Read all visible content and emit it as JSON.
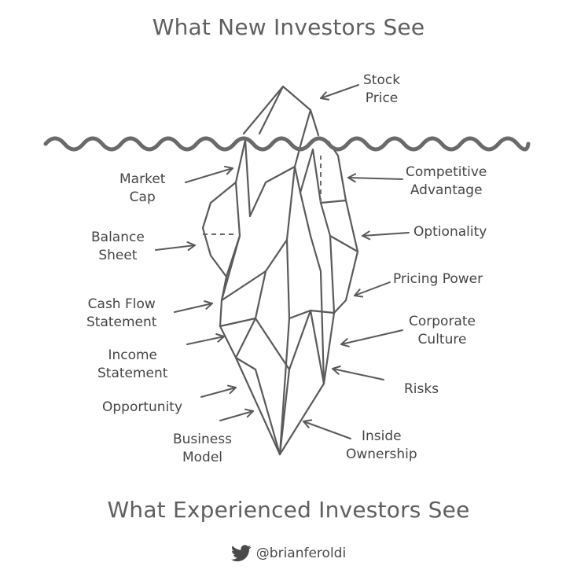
{
  "title_top": "What New Investors See",
  "title_bottom": "What Experienced Investors See",
  "handle": "@brianferoldi",
  "icons": {
    "handle_icon": "twitter-bird-icon"
  },
  "colors": {
    "line": "#5a5a5a",
    "wave": "#6a6a6a",
    "text": "#454545"
  },
  "labels": {
    "stock_price": {
      "line1": "Stock",
      "line2": "Price"
    },
    "market_cap": {
      "line1": "Market",
      "line2": "Cap"
    },
    "balance_sheet": {
      "line1": "Balance",
      "line2": "Sheet"
    },
    "cash_flow_statement": {
      "line1": "Cash Flow",
      "line2": "Statement"
    },
    "income_statement": {
      "line1": "Income",
      "line2": "Statement"
    },
    "opportunity": {
      "line1": "Opportunity"
    },
    "business_model": {
      "line1": "Business",
      "line2": "Model"
    },
    "competitive_advantage": {
      "line1": "Competitive",
      "line2": "Advantage"
    },
    "optionality": {
      "line1": "Optionality"
    },
    "pricing_power": {
      "line1": "Pricing Power"
    },
    "corporate_culture": {
      "line1": "Corporate",
      "line2": "Culture"
    },
    "risks": {
      "line1": "Risks"
    },
    "inside_ownership": {
      "line1": "Inside",
      "line2": "Ownership"
    }
  }
}
